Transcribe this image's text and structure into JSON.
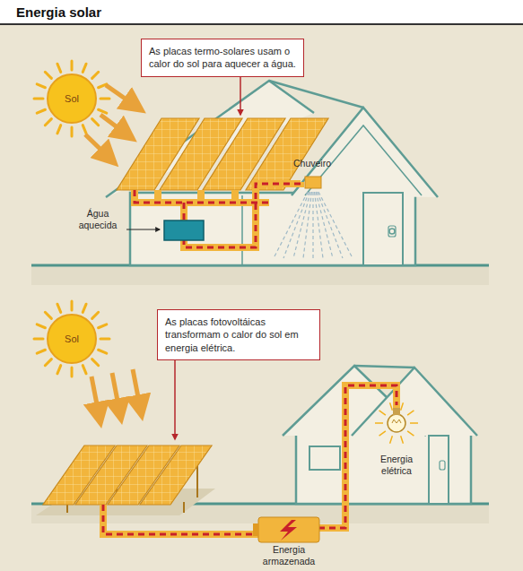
{
  "diagram": {
    "title": "Energia solar",
    "nodes": [
      {
        "text": [
          "As placas termo-solares usam o calor do sol para aquecer a água."
        ]
      },
      {
        "text": [
          "Sol"
        ]
      },
      {
        "text": [
          "As placas fotovoltáicas transformam o calor do sol em energia elétrica."
        ]
      },
      {
        "text": [
          "Sol"
        ]
      }
    ],
    "labels": [
      "Chuveiro",
      "Água aquecida",
      "Energia elétrica",
      "Energia armazenada"
    ]
  }
}
